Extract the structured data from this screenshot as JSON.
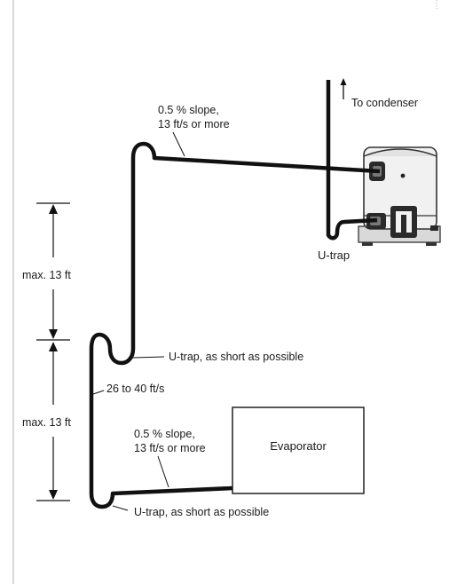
{
  "labels": {
    "slope_top_line1": "0.5 % slope,",
    "slope_top_line2": "13 ft/s or more",
    "to_condenser": "To condenser",
    "u_trap_compressor": "U-trap",
    "max_upper": "max. 13 ft",
    "max_lower": "max. 13 ft",
    "u_trap_upper": "U-trap, as short as possible",
    "riser_speed": "26 to 40 ft/s",
    "slope_bottom_line1": "0.5 % slope,",
    "slope_bottom_line2": "13 ft/s or more",
    "evaporator": "Evaporator",
    "u_trap_lower": "U-trap, as short as possible"
  },
  "colors": {
    "pipe": "#111111",
    "frame": "#b5b5b5",
    "compressor_body": "#f1f1f1",
    "compressor_outline": "#333333"
  },
  "icons": [
    "arrow-up-icon",
    "compressor-icon",
    "dimension-arrow-icon"
  ]
}
